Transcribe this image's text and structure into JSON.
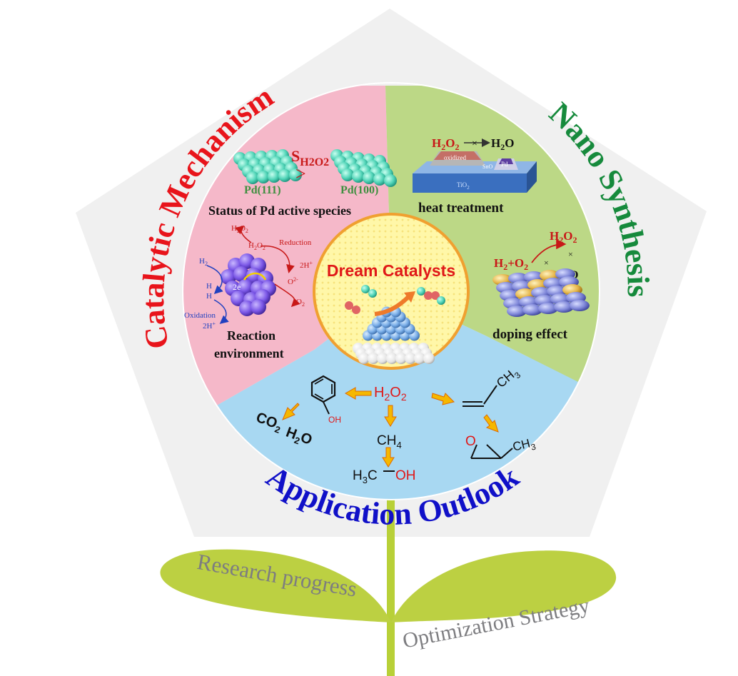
{
  "center": {
    "title": "Dream Catalysts"
  },
  "sections": {
    "mechanism": {
      "title": "Catalytic Mechanism",
      "color": "#e8141b",
      "bg": "#f5b8c9",
      "facet_high": "Pd(111)",
      "facet_low": "Pd(100)",
      "selectivity_symbol": "S",
      "selectivity_sub": "H2O2",
      "compare": ">",
      "status_label": "Status of Pd active species",
      "env_label_1": "Reaction",
      "env_label_2": "environment",
      "reduction": "Reduction",
      "oxidation": "Oxidation",
      "h2": "H",
      "h2_sub": "2",
      "h_minus_1": "H",
      "h_minus_2": "H",
      "two_h_plus": "2H",
      "two_h_plus_sup": "+",
      "two_e": "2e",
      "h2o2_top": "H",
      "h2o2_sub_2a": "2",
      "h2o2_o": "O",
      "h2o2_sub_2b": "2",
      "o2": "O",
      "o2_sub": "2",
      "o2_ion": "O",
      "o2_ion_sup": "2-",
      "two_h_plus_r": "2H",
      "two_h_plus_r_sup": "+"
    },
    "synthesis": {
      "title": "Nano Synthesis",
      "color": "#168a3c",
      "bg": "#bcd886",
      "heat_label": "heat treatment",
      "doping_label": "doping effect",
      "eq1_h2o2": "H",
      "eq1_sub1": "2",
      "eq1_o": "O",
      "eq1_sub2": "2",
      "eq1_product": "H",
      "eq1_product_sub": "2",
      "eq1_product_o": "O",
      "oxidized": "oxidized",
      "pd": "Pd",
      "sno": "SnO",
      "tio2": "TiO",
      "tio2_sub": "2",
      "eq2_lhs": "H",
      "eq2_lhs_sub": "2",
      "eq2_plus": "+O",
      "eq2_plus_sub": "2",
      "eq2_h2o2": "H",
      "eq2_h2o2_sub1": "2",
      "eq2_h2o2_o": "O",
      "eq2_h2o2_sub2": "2",
      "eq2_h2o": "H",
      "eq2_h2o_sub": "2",
      "eq2_h2o_o": "O",
      "cross": "×"
    },
    "application": {
      "title": "Application Outlook",
      "color": "#1010c8",
      "bg": "#a8d8f2",
      "h2o2": "H",
      "h2o2_sub1": "2",
      "h2o2_o": "O",
      "h2o2_sub2": "2",
      "oh": "OH",
      "co2": "CO",
      "co2_sub": "2",
      "h2o": "H",
      "h2o_sub": "2",
      "h2o_o": "O",
      "ch4": "CH",
      "ch4_sub": "4",
      "h3c": "H",
      "h3c_sub": "3",
      "h3c_c": "C",
      "methanol_oh": "OH",
      "ch3": "CH",
      "ch3_sub": "3",
      "epox_o": "O",
      "epox_ch3": "CH",
      "epox_ch3_sub": "3"
    }
  },
  "leaves": {
    "left": "Research progress",
    "right": "Optimization Strategy",
    "leaf_color": "#bcd042",
    "text_color": "#7d7d80"
  },
  "colors": {
    "pentagon": "#f0f0f0",
    "center_fill": "#fff8a0",
    "center_ring": "#f0a030",
    "center_title": "#e01818",
    "arrow": "#f5b800",
    "stem": "#b8d038"
  }
}
